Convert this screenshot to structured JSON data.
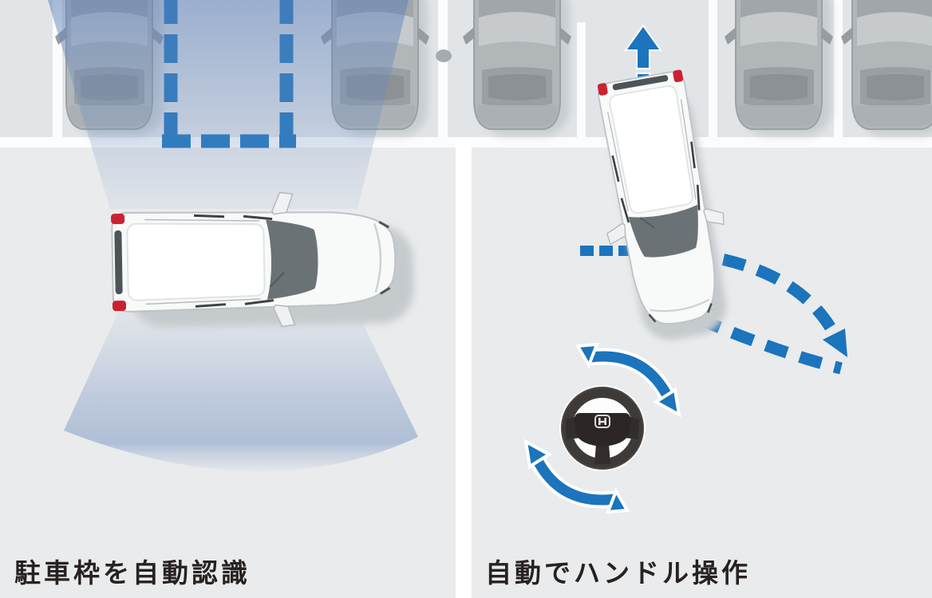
{
  "figure": {
    "left_panel": {
      "caption": "駐車枠を自動認識",
      "meaning": "automatically recognizes the parking frame"
    },
    "right_panel": {
      "caption": "自動でハンドル操作",
      "meaning": "automatic steering operation"
    }
  },
  "icons": {
    "sensor_cone": "blue-detection-fan",
    "parking_frame": "blue-dashed-rectangle",
    "reverse_arrow": "up-arrow-with-dash",
    "trajectory_arc": "dashed-curved-arrow",
    "steering_wheel": "steering-wheel",
    "honda_logo": "H",
    "rotation_arrows": "curved-double-headed-arrows"
  },
  "colors": {
    "accent_blue": "#1b74bc",
    "background": "#e9ebec",
    "stall_gray": "#e2e5e8",
    "line_white": "#fbfcfd",
    "car_gray": "#b1b6b9",
    "taillight_red": "#cb2231",
    "caption_color": "#272221"
  }
}
